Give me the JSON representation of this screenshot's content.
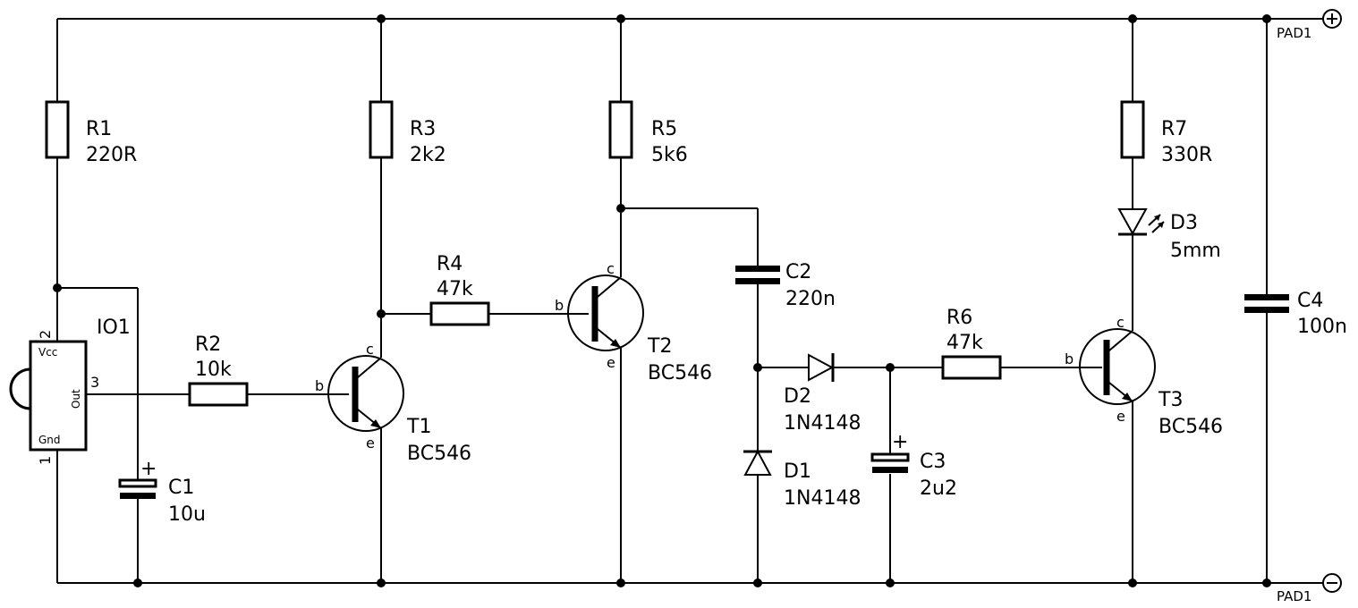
{
  "components": {
    "r1": {
      "ref": "R1",
      "value": "220R"
    },
    "r2": {
      "ref": "R2",
      "value": "10k"
    },
    "r3": {
      "ref": "R3",
      "value": "2k2"
    },
    "r4": {
      "ref": "R4",
      "value": "47k"
    },
    "r5": {
      "ref": "R5",
      "value": "5k6"
    },
    "r6": {
      "ref": "R6",
      "value": "47k"
    },
    "r7": {
      "ref": "R7",
      "value": "330R"
    },
    "c1": {
      "ref": "C1",
      "value": "10u"
    },
    "c2": {
      "ref": "C2",
      "value": "220n"
    },
    "c3": {
      "ref": "C3",
      "value": "2u2"
    },
    "c4": {
      "ref": "C4",
      "value": "100n"
    },
    "d1": {
      "ref": "D1",
      "value": "1N4148"
    },
    "d2": {
      "ref": "D2",
      "value": "1N4148"
    },
    "d3": {
      "ref": "D3",
      "value": "5mm"
    },
    "t1": {
      "ref": "T1",
      "value": "BC546"
    },
    "t2": {
      "ref": "T2",
      "value": "BC546"
    },
    "t3": {
      "ref": "T3",
      "value": "BC546"
    },
    "io1": {
      "ref": "IO1",
      "vcc": "Vcc",
      "out": "Out",
      "gnd": "Gnd",
      "pin_vcc": "2",
      "pin_out": "3",
      "pin_gnd": "1"
    }
  },
  "pins": {
    "base": "b",
    "collector": "c",
    "emitter": "e",
    "plus": "+"
  },
  "pads": {
    "top": "PAD1",
    "bottom": "PAD1"
  },
  "colors": {
    "line": "#000000",
    "background": "#ffffff"
  }
}
